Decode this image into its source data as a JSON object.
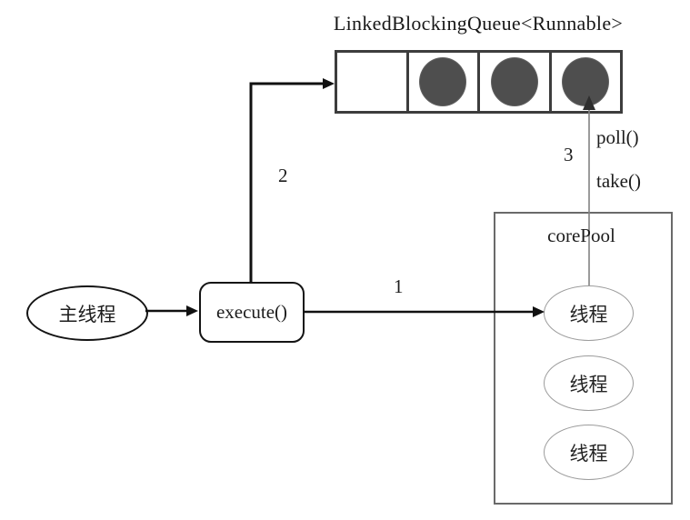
{
  "diagram": {
    "title": "LinkedBlockingQueue<Runnable>",
    "queue": {
      "cells": [
        {
          "filled": false
        },
        {
          "filled": true
        },
        {
          "filled": true
        },
        {
          "filled": true
        }
      ]
    },
    "main_thread_label": "主线程",
    "execute_label": "execute()",
    "core_pool": {
      "label": "corePool",
      "threads": [
        "线程",
        "线程",
        "线程"
      ]
    },
    "flow_labels": {
      "step1": "1",
      "step2": "2",
      "step3": "3",
      "poll": "poll()",
      "take": "take()"
    },
    "colors": {
      "task_fill": "#4e4e4e",
      "queue_border": "#3d3d3d",
      "pool_border": "#6a6a6a",
      "thread_ellipse_border": "#9c9c9c",
      "arrow": "#111111",
      "thin_line": "#828282"
    }
  }
}
